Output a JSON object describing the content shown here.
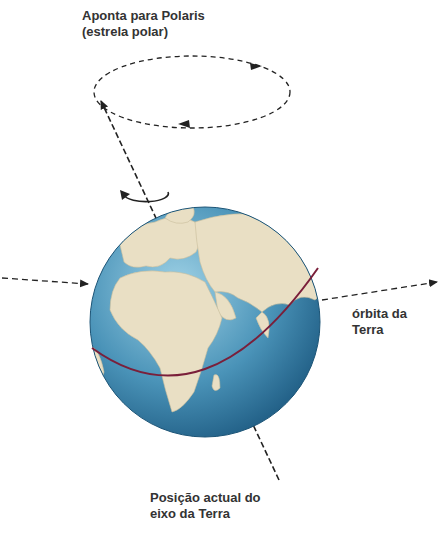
{
  "diagram": {
    "labels": [
      "Aponta para Polaris (estrela polar)",
      "órbita da Terra",
      "Posição actual do eixo da Terra"
    ]
  }
}
